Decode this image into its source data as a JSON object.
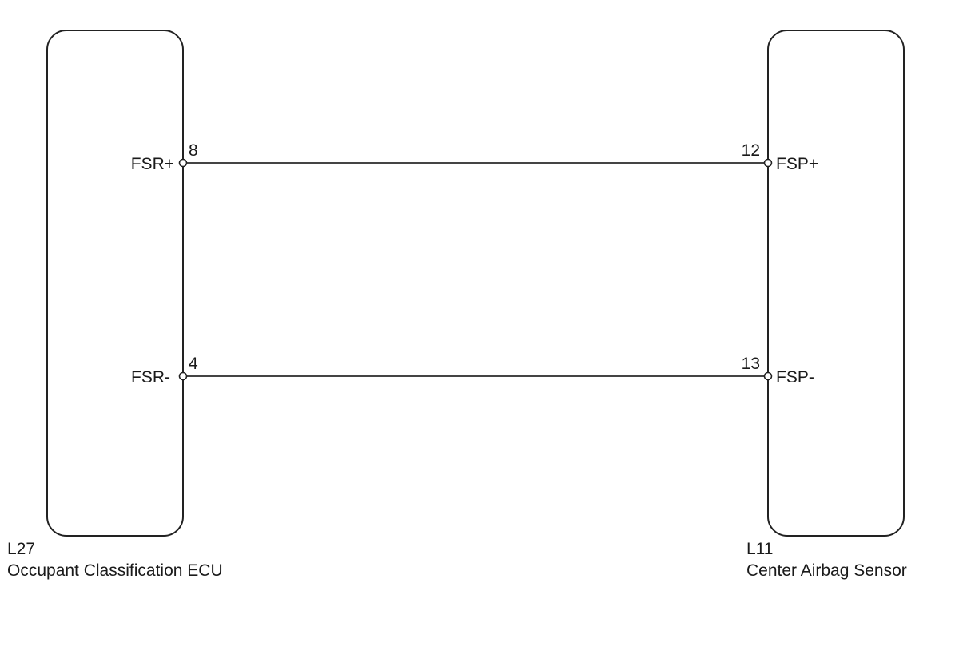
{
  "components": [
    {
      "id": "left",
      "connector": "L27",
      "name": "Occupant Classification ECU"
    },
    {
      "id": "right",
      "connector": "L11",
      "name": "Center Airbag Sensor"
    }
  ],
  "connections": [
    {
      "left": {
        "signal": "FSR+",
        "pin": "8"
      },
      "right": {
        "signal": "FSP+",
        "pin": "12"
      }
    },
    {
      "left": {
        "signal": "FSR-",
        "pin": "4"
      },
      "right": {
        "signal": "FSP-",
        "pin": "13"
      }
    }
  ]
}
